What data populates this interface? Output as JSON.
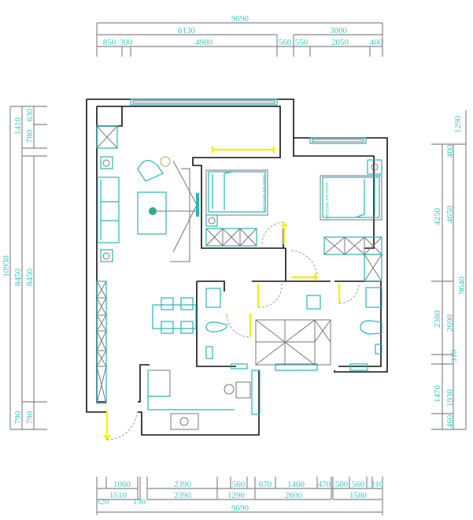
{
  "top_dimensions": {
    "total": "9690",
    "row2": [
      "6130",
      "3000"
    ],
    "row3": [
      "850",
      "300",
      "4980",
      "560",
      "550",
      "2050",
      "400"
    ]
  },
  "bottom_dimensions": {
    "row1": [
      "1060",
      "2390",
      "560",
      "670",
      "1460",
      "470",
      "500",
      "560",
      "310"
    ],
    "row2": [
      "1510",
      "2390",
      "1290",
      "2600",
      "1580"
    ],
    "edge": [
      "320",
      "130"
    ],
    "total": "9690"
  },
  "left_dimensions": {
    "outer": [
      "1410",
      "10930",
      "790"
    ],
    "inner_a": [
      "8450"
    ],
    "inner_b": [
      "630",
      "780",
      "8450",
      "790"
    ]
  },
  "right_dimensions": {
    "outer": [
      "1290",
      "9640"
    ],
    "col_a": [
      "4250",
      "2380",
      "1470"
    ],
    "col_b": [
      "400",
      "4650",
      "2690",
      "310",
      "1930",
      "460"
    ]
  },
  "bed_labels": [
    "double bed 1800X2000",
    "double bed 1800X2000"
  ],
  "colors": {
    "dimension_text": "#3cc6c6",
    "furniture": "#2ab5b5",
    "door": "#f3ee1a",
    "wall": "#111111"
  }
}
